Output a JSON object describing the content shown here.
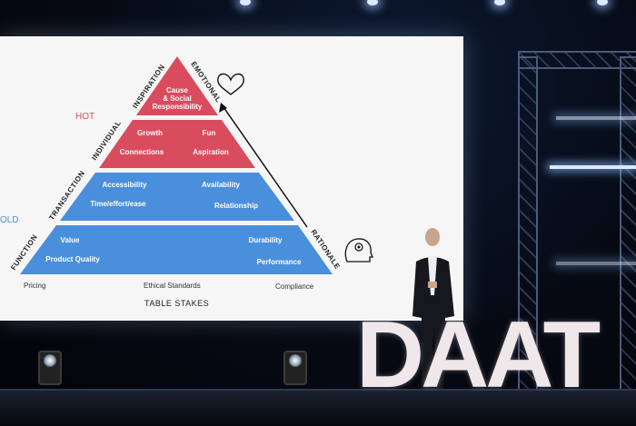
{
  "slide": {
    "pyramid": {
      "top": [
        "Cause",
        "& Social",
        "Responsibility"
      ],
      "hot_tier": {
        "left": [
          "Growth",
          "Connections"
        ],
        "right": [
          "Fun",
          "Aspiration"
        ]
      },
      "cold_tier": {
        "left": [
          "Accessibility",
          "Time/effort/ease"
        ],
        "right": [
          "Availability",
          "Relationship"
        ]
      },
      "base_tier": {
        "left": [
          "Value",
          "Product Quality"
        ],
        "right": [
          "Durability",
          "Performance"
        ]
      }
    },
    "side_labels": {
      "inspiration": "INSPIRATION",
      "individual": "INDIVIDUAL",
      "transaction": "TRANSACTION",
      "function": "FUNCTION",
      "emotional": "EMOTIONAL",
      "rationale": "RATIONALE"
    },
    "temperature": {
      "hot": "HOT",
      "cold": "OLD"
    },
    "footer_items": [
      "Pricing",
      "Ethical Standards",
      "Compliance"
    ],
    "footer_title": "TABLE STAKES",
    "colors": {
      "red": "#d94c5e",
      "blue": "#4a8fdc",
      "hot": "#d94c5e",
      "cold": "#4a8fdc"
    },
    "icons": [
      "heart-icon",
      "gear-head-icon"
    ]
  },
  "stage": {
    "logo_text": "DAAT"
  }
}
